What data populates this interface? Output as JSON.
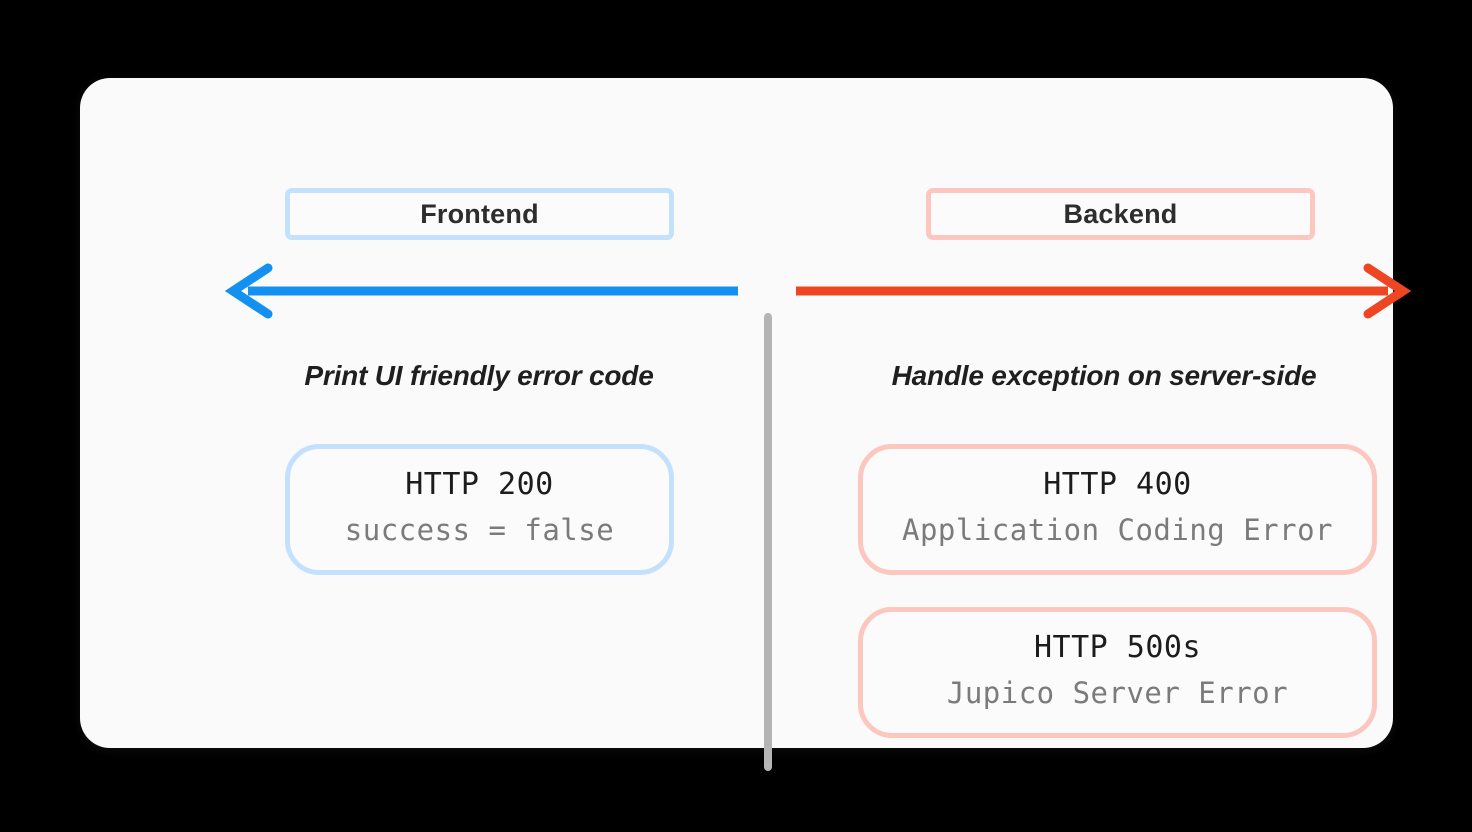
{
  "diagram": {
    "background_color": "#000000",
    "board_color": "#fafafa",
    "divider": {
      "name": "vertical-divider",
      "color": "#b5b5b5"
    }
  },
  "colors": {
    "frontend_accent": "#c3e1fd",
    "frontend_arrow": "#1491f0",
    "backend_accent": "#fbc7bf",
    "backend_arrow": "#ee4522",
    "primary_text": "#1c1c1c",
    "secondary_text": "#7b7b7b"
  },
  "columns": [
    {
      "id": "frontend",
      "label": "Frontend",
      "arrow": {
        "icon": "arrow-left-icon",
        "direction": "left",
        "color": "#1491f0"
      },
      "heading": "Print UI friendly error code",
      "cards": [
        {
          "code": "HTTP 200",
          "description": "success = false",
          "accent": "#c3e1fd"
        }
      ]
    },
    {
      "id": "backend",
      "label": "Backend",
      "arrow": {
        "icon": "arrow-right-icon",
        "direction": "right",
        "color": "#ee4522"
      },
      "heading": "Handle exception on server-side",
      "cards": [
        {
          "code": "HTTP 400",
          "description": "Application Coding Error",
          "accent": "#fbc7bf"
        },
        {
          "code": "HTTP 500s",
          "description": "Jupico Server Error",
          "accent": "#fbc7bf"
        }
      ]
    }
  ]
}
